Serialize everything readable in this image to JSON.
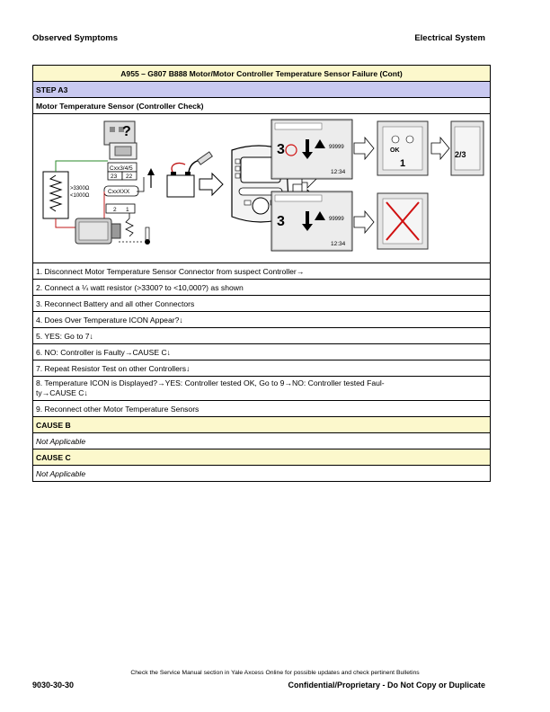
{
  "header": {
    "left": "Observed Symptoms",
    "right": "Electrical System"
  },
  "table": {
    "title": "A955 – G807 B888  Motor/Motor Controller Temperature Sensor Failure (Cont)",
    "step": "STEP A3",
    "subtitle": "Motor Temperature Sensor (Controller Check)",
    "figure_labels": {
      "connector": "Cxx3/4/5",
      "pin23": "23",
      "pin22": "22",
      "controller": "CxxXXX",
      "r_high": ">3300Ω",
      "r_low": "<1000Ω",
      "pin2": "2",
      "pin1": "1",
      "big3a": "3",
      "big3b": "3",
      "count_a": "99999",
      "count_b": "99999",
      "time_a": "12:34",
      "time_b": "12:34",
      "result_1": "1",
      "result_23": "2/3",
      "ok": "OK"
    },
    "steps": [
      "1. Disconnect Motor Temperature Sensor Connector from suspect Controller→",
      "2. Connect a ¼ watt resistor (>3300? to <10,000?) as shown",
      "3. Reconnect Battery and all other Connectors",
      "4. Does Over Temperature ICON Appear?↓",
      "5. YES: Go to 7↓",
      "6. NO: Controller is Faulty→CAUSE C↓",
      "7. Repeat Resistor Test on other Controllers↓",
      "8. Temperature ICON is Displayed?→YES: Controller tested OK, Go to 9→NO: Controller tested Faul-",
      "ty→CAUSE C↓",
      "9. Reconnect other Motor Temperature Sensors"
    ],
    "cause_b": {
      "label": "CAUSE B",
      "text": "Not Applicable"
    },
    "cause_c": {
      "label": "CAUSE C",
      "text": "Not Applicable"
    }
  },
  "footer": {
    "note": "Check the Service Manual section in Yale Axcess Online for possible updates and check pertinent Bulletins",
    "left": "9030-30-30",
    "right": "Confidential/Proprietary - Do Not Copy or Duplicate"
  }
}
